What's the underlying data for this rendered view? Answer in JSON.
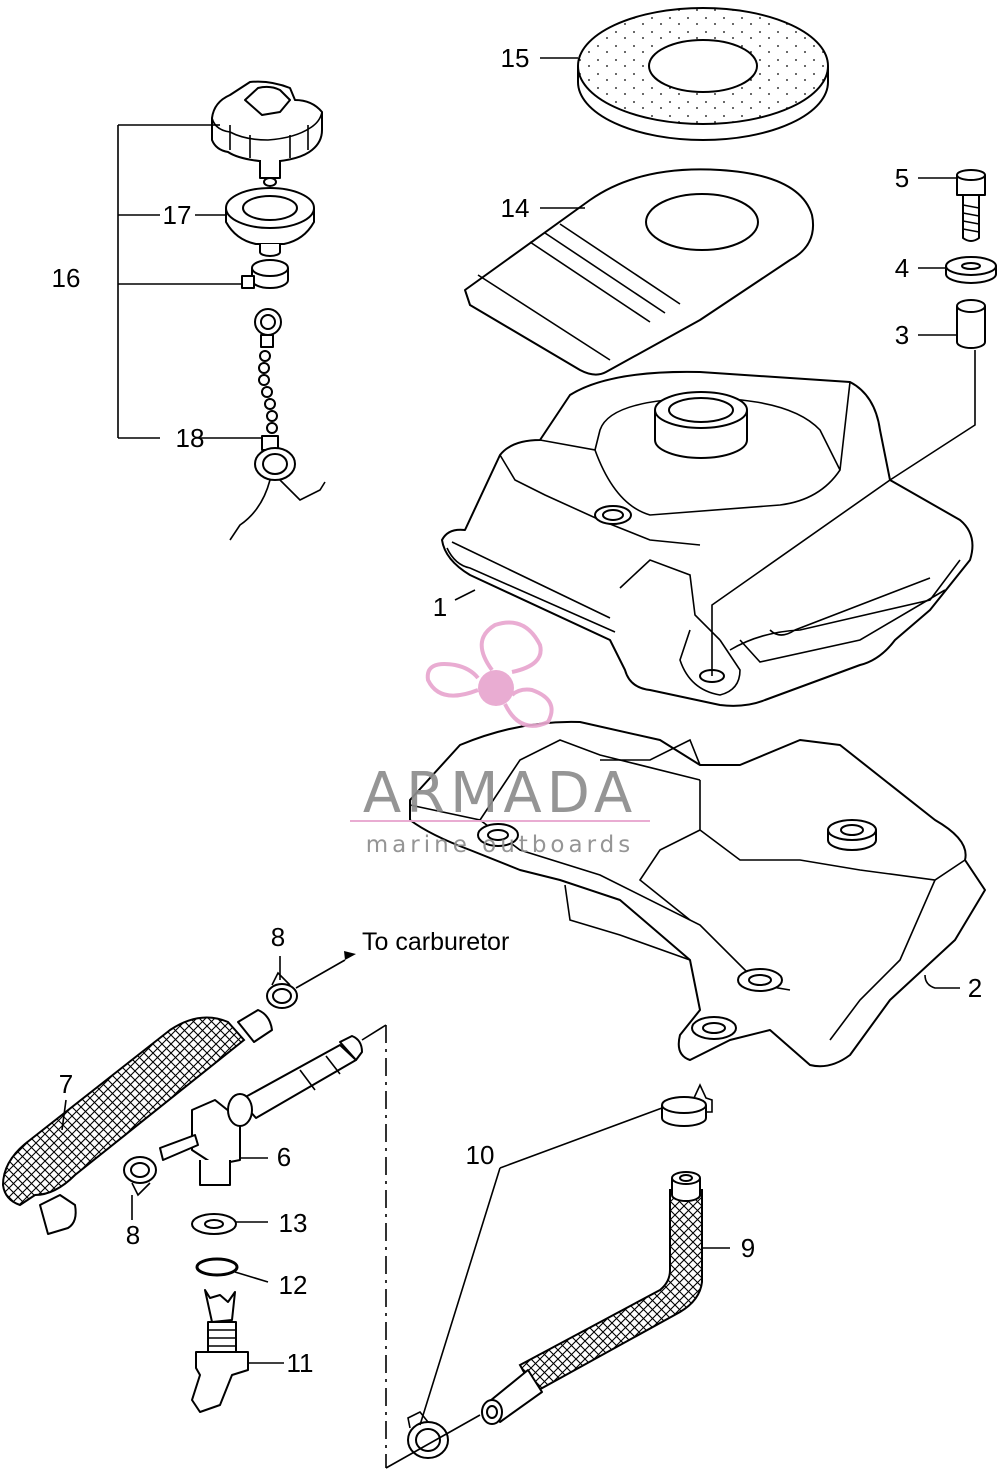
{
  "callouts": {
    "p1": "1",
    "p2": "2",
    "p3": "3",
    "p4": "4",
    "p5": "5",
    "p6": "6",
    "p7": "7",
    "p8a": "8",
    "p8b": "8",
    "p9": "9",
    "p10": "10",
    "p11": "11",
    "p12": "12",
    "p13": "13",
    "p14": "14",
    "p15": "15",
    "p16": "16",
    "p17": "17",
    "p18": "18"
  },
  "annotation": "To carburetor",
  "watermark": {
    "brand": "ARMADA",
    "tagline": "marine outboards",
    "color_pink": "#e8a6cf",
    "color_gray": "#8d8d8d"
  }
}
